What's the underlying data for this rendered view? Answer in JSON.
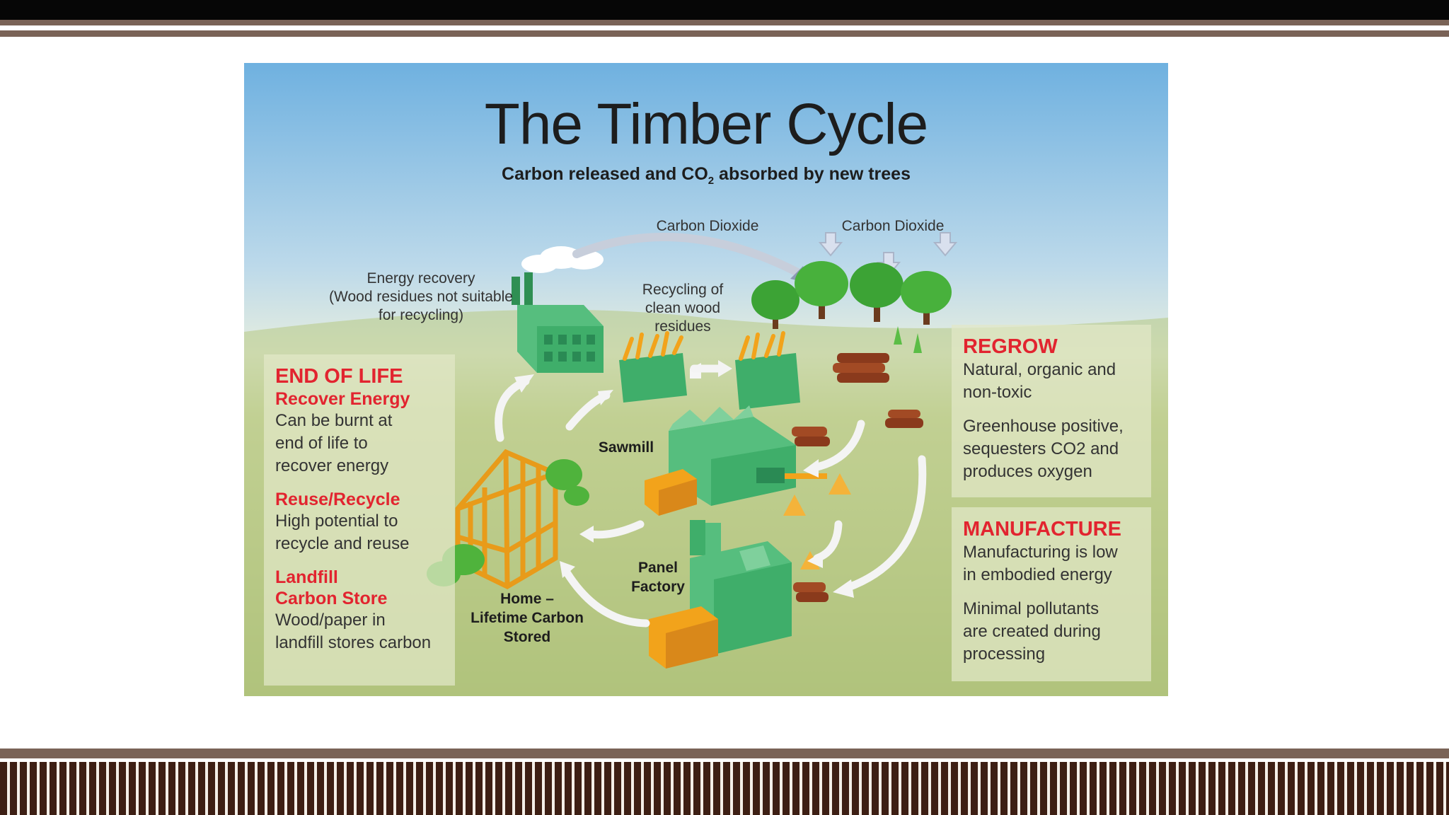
{
  "poster": {
    "title": "The Timber Cycle",
    "subtitle_prefix": "Carbon released and CO",
    "subtitle_sub": "2",
    "subtitle_suffix": " absorbed by new trees",
    "labels": {
      "carbon_dioxide_1": "Carbon Dioxide",
      "carbon_dioxide_2": "Carbon Dioxide",
      "energy_recovery": [
        "Energy recovery",
        "(Wood residues not suitable",
        "for recycling)"
      ],
      "recycling": [
        "Recycling of",
        "clean wood",
        "residues"
      ],
      "sawmill": "Sawmill",
      "panel_factory": [
        "Panel",
        "Factory"
      ],
      "home": [
        "Home –",
        "Lifetime Carbon",
        "Stored"
      ]
    },
    "end_of_life": {
      "heading": "END OF LIFE",
      "recover_heading": "Recover Energy",
      "recover_text": [
        "Can be burnt at",
        "end of life to",
        "recover energy"
      ],
      "reuse_heading": "Reuse/Recycle",
      "reuse_text": [
        "High potential to",
        "recycle and reuse"
      ],
      "landfill_heading": [
        "Landfill",
        "Carbon Store"
      ],
      "landfill_text": [
        "Wood/paper in",
        "landfill stores carbon"
      ]
    },
    "regrow": {
      "heading": "REGROW",
      "text1": [
        "Natural, organic and",
        "non-toxic"
      ],
      "text2": [
        "Greenhouse positive,",
        "sequesters CO2 and",
        "produces oxygen"
      ]
    },
    "manufacture": {
      "heading": "MANUFACTURE",
      "text1": [
        "Manufacturing is low",
        "in embodied energy"
      ],
      "text2": [
        "Minimal pollutants",
        "are created during",
        "processing"
      ]
    }
  },
  "colors": {
    "accent_red": "#e2242f",
    "factory_green": "#3fae6a",
    "timber_orange": "#f2a31b",
    "frame_brown": "#7a6357"
  }
}
